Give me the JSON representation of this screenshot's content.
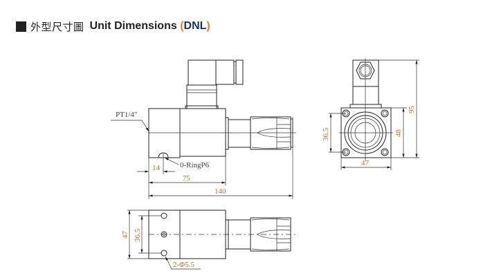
{
  "header": {
    "title_zh": "外型尺寸圖",
    "title_en": "Unit Dimensions",
    "paren_open": "(",
    "model_code": "DNL",
    "paren_close": ")"
  },
  "side_view": {
    "port_label": "PT1/4\"",
    "oring_label": "0-RingP6",
    "dim_14": "14",
    "dim_75": "75",
    "dim_140": "140"
  },
  "front_view": {
    "dim_36_5": "36.5",
    "dim_48": "48",
    "dim_95": "95",
    "dim_47": "47"
  },
  "bottom_view": {
    "dim_47": "47",
    "dim_36_5": "36.5",
    "hole_label": "2-Φ5.5"
  },
  "colors": {
    "dimension_text": "#b5722d",
    "model_code": "#1c2f6e"
  }
}
